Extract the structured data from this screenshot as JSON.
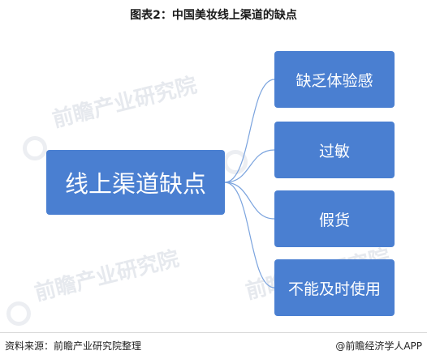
{
  "header": {
    "title": "图表2：中国美妆线上渠道的缺点"
  },
  "diagram": {
    "root": "线上渠道缺点",
    "leaves": [
      "缺乏体验感",
      "过敏",
      "假货",
      "不能及时使用"
    ]
  },
  "watermark": {
    "text": "前瞻产业研究院"
  },
  "footer": {
    "source": "资料来源：前瞻产业研究院整理",
    "credit": "@前瞻经济学人APP"
  },
  "colors": {
    "box": "#4a7fd1",
    "connector": "#7aa3de"
  }
}
